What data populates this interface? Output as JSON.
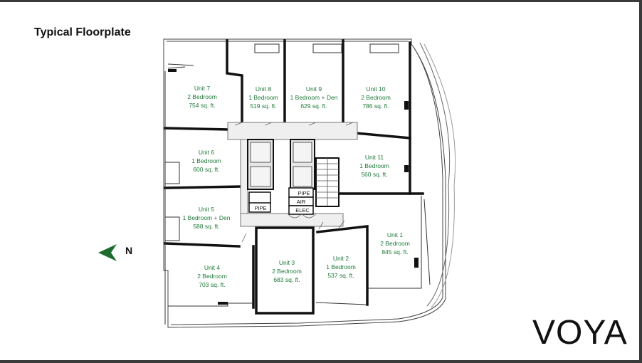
{
  "title": "Typical Floorplate",
  "brand": "VOYA",
  "north_label": "N",
  "colors": {
    "unit_text": "#1f7a3a",
    "arrow": "#1e6b2e",
    "walls": "#111111"
  },
  "units": [
    {
      "name": "Unit 7",
      "type": "2 Bedroom",
      "area": "754 sq. ft."
    },
    {
      "name": "Unit 8",
      "type": "1 Bedroom",
      "area": "519 sq. ft."
    },
    {
      "name": "Unit 9",
      "type": "1 Bedroom + Den",
      "area": "629 sq. ft."
    },
    {
      "name": "Unit 10",
      "type": "2 Bedroom",
      "area": "786 sq. ft."
    },
    {
      "name": "Unit 6",
      "type": "1 Bedroom",
      "area": "600 sq. ft."
    },
    {
      "name": "Unit 11",
      "type": "1 Bedroom",
      "area": "560 sq. ft."
    },
    {
      "name": "Unit 5",
      "type": "1 Bedroom + Den",
      "area": "588 sq. ft."
    },
    {
      "name": "Unit 1",
      "type": "2 Bedroom",
      "area": "845 sq. ft."
    },
    {
      "name": "Unit 4",
      "type": "2 Bedroom",
      "area": "703 sq. ft."
    },
    {
      "name": "Unit 3",
      "type": "2 Bedroom",
      "area": "683 sq. ft."
    },
    {
      "name": "Unit 2",
      "type": "1 Bedroom",
      "area": "537 sq. ft."
    }
  ],
  "core_rooms": {
    "pipe_left": "PIPE",
    "pipe_right": "PIPE",
    "air": "AIR",
    "elec": "ELEC"
  }
}
